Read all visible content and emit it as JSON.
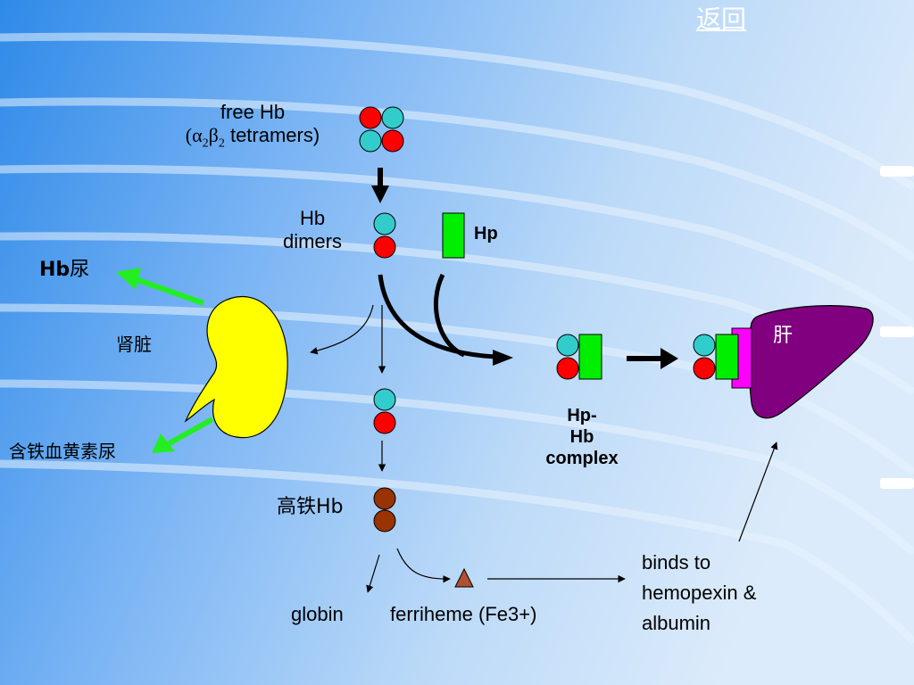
{
  "nav": {
    "back_label": "返回"
  },
  "labels": {
    "free_hb_line1": "free Hb",
    "free_hb_paren_open": "(",
    "alpha": "α",
    "alpha_sub": "2",
    "beta": "β",
    "beta_sub": "2",
    "free_hb_tail": " tetramers)",
    "hb_dimers_line1": "Hb",
    "hb_dimers_line2": "dimers",
    "hp": "Hp",
    "hb_urine_bold": "Hb",
    "hb_urine_rest": "尿",
    "kidney": "肾脏",
    "hemosiderin_urine": "含铁血黄素尿",
    "complex_line1": "Hp-",
    "complex_line2": "Hb",
    "complex_line3": "complex",
    "liver": "肝",
    "methb": "高铁Hb",
    "globin": "globin",
    "ferriheme": "ferriheme (Fe3+)",
    "binds_line1": "binds to",
    "binds_line2": "hemopexin &",
    "binds_line3": "albumin"
  },
  "colors": {
    "alpha_subunit": "#ff0000",
    "beta_subunit": "#33cccc",
    "haptoglobin": "#00ee00",
    "kidney": "#ffff00",
    "liver": "#800080",
    "receptor": "#ff00ff",
    "methb_subunit": "#993300",
    "heme_triangle": "#b05030",
    "green_arrow": "#22ee22"
  }
}
